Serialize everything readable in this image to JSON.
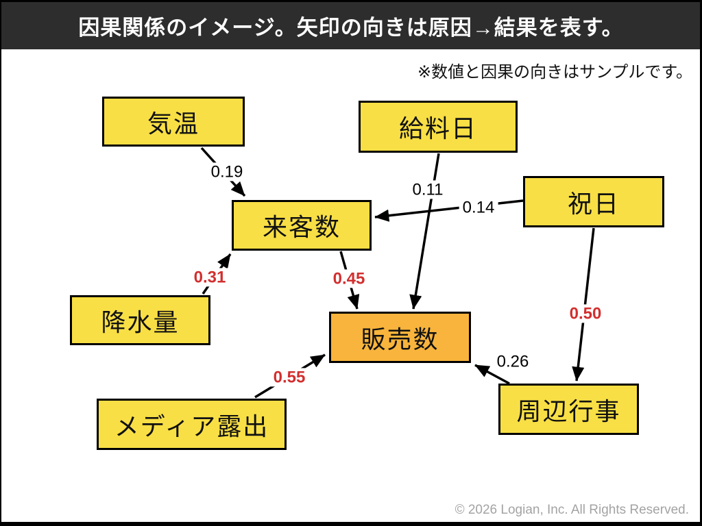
{
  "title": "因果関係のイメージ。矢印の向きは原因→結果を表す。",
  "note": "※数値と因果の向きはサンプルです。",
  "footer": "© 2026 Logian, Inc.  All Rights Reserved.",
  "colors": {
    "header_bg": "#2d2d2d",
    "header_text": "#ffffff",
    "node_yellow": "#f8df45",
    "node_orange": "#f8b43c",
    "node_border": "#000000",
    "edge_line": "#000000",
    "edge_label": "#000000",
    "edge_label_emphasis": "#d22f2f",
    "footer_text": "#a3a3a3"
  },
  "graph": {
    "type": "causal-diagram",
    "nodes": [
      {
        "id": "kion",
        "label": "気温",
        "fill": "yellow"
      },
      {
        "id": "kyuryobi",
        "label": "給料日",
        "fill": "yellow"
      },
      {
        "id": "shukujitsu",
        "label": "祝日",
        "fill": "yellow"
      },
      {
        "id": "raikyaku",
        "label": "来客数",
        "fill": "yellow"
      },
      {
        "id": "kosui",
        "label": "降水量",
        "fill": "yellow"
      },
      {
        "id": "hanbai",
        "label": "販売数",
        "fill": "orange"
      },
      {
        "id": "media",
        "label": "メディア露出",
        "fill": "yellow"
      },
      {
        "id": "shuhen",
        "label": "周辺行事",
        "fill": "yellow"
      }
    ],
    "edges": [
      {
        "from": "kion",
        "to": "raikyaku",
        "weight": "0.19",
        "emphasis": false
      },
      {
        "from": "kosui",
        "to": "raikyaku",
        "weight": "0.31",
        "emphasis": true
      },
      {
        "from": "shukujitsu",
        "to": "raikyaku",
        "weight": "0.14",
        "emphasis": false
      },
      {
        "from": "raikyaku",
        "to": "hanbai",
        "weight": "0.45",
        "emphasis": true
      },
      {
        "from": "kyuryobi",
        "to": "hanbai",
        "weight": "0.11",
        "emphasis": false
      },
      {
        "from": "media",
        "to": "hanbai",
        "weight": "0.55",
        "emphasis": true
      },
      {
        "from": "shukujitsu",
        "to": "shuhen",
        "weight": "0.50",
        "emphasis": true
      },
      {
        "from": "shuhen",
        "to": "hanbai",
        "weight": "0.26",
        "emphasis": false
      }
    ]
  }
}
